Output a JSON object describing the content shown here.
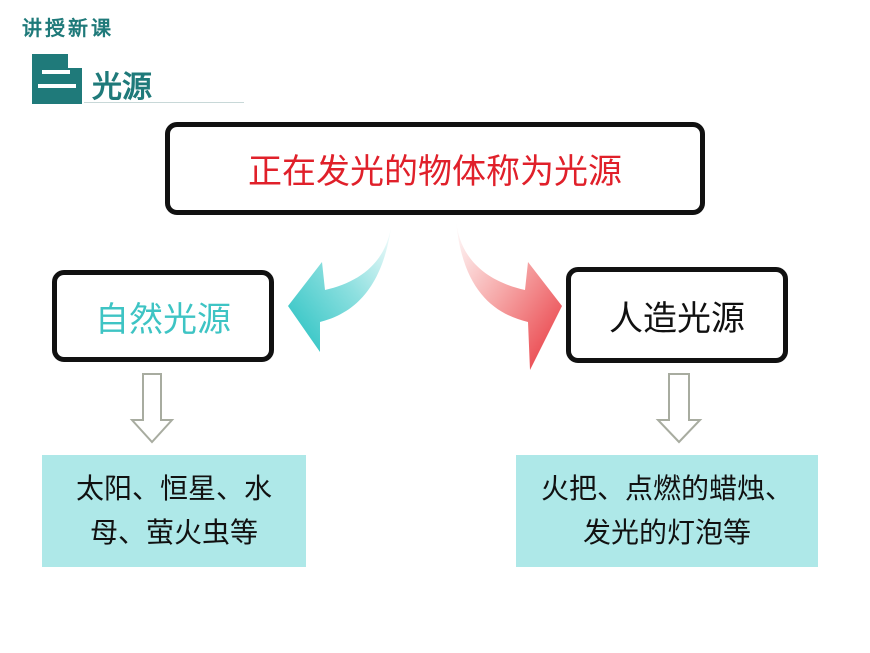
{
  "header": {
    "tag": "讲授新课",
    "section_title": "光源"
  },
  "definition": "正在发光的物体称为光源",
  "natural": {
    "label": "自然光源",
    "examples_line1": "太阳、恒星、水",
    "examples_line2": "母、萤火虫等"
  },
  "artificial": {
    "label": "人造光源",
    "examples_line1": "火把、点燃的蜡烛、",
    "examples_line2": "发光的灯泡等"
  },
  "colors": {
    "accent": "#1f7a7a",
    "definition_text": "#e0202a",
    "natural_text": "#3ec4c4",
    "example_bg": "#aee8e8"
  }
}
